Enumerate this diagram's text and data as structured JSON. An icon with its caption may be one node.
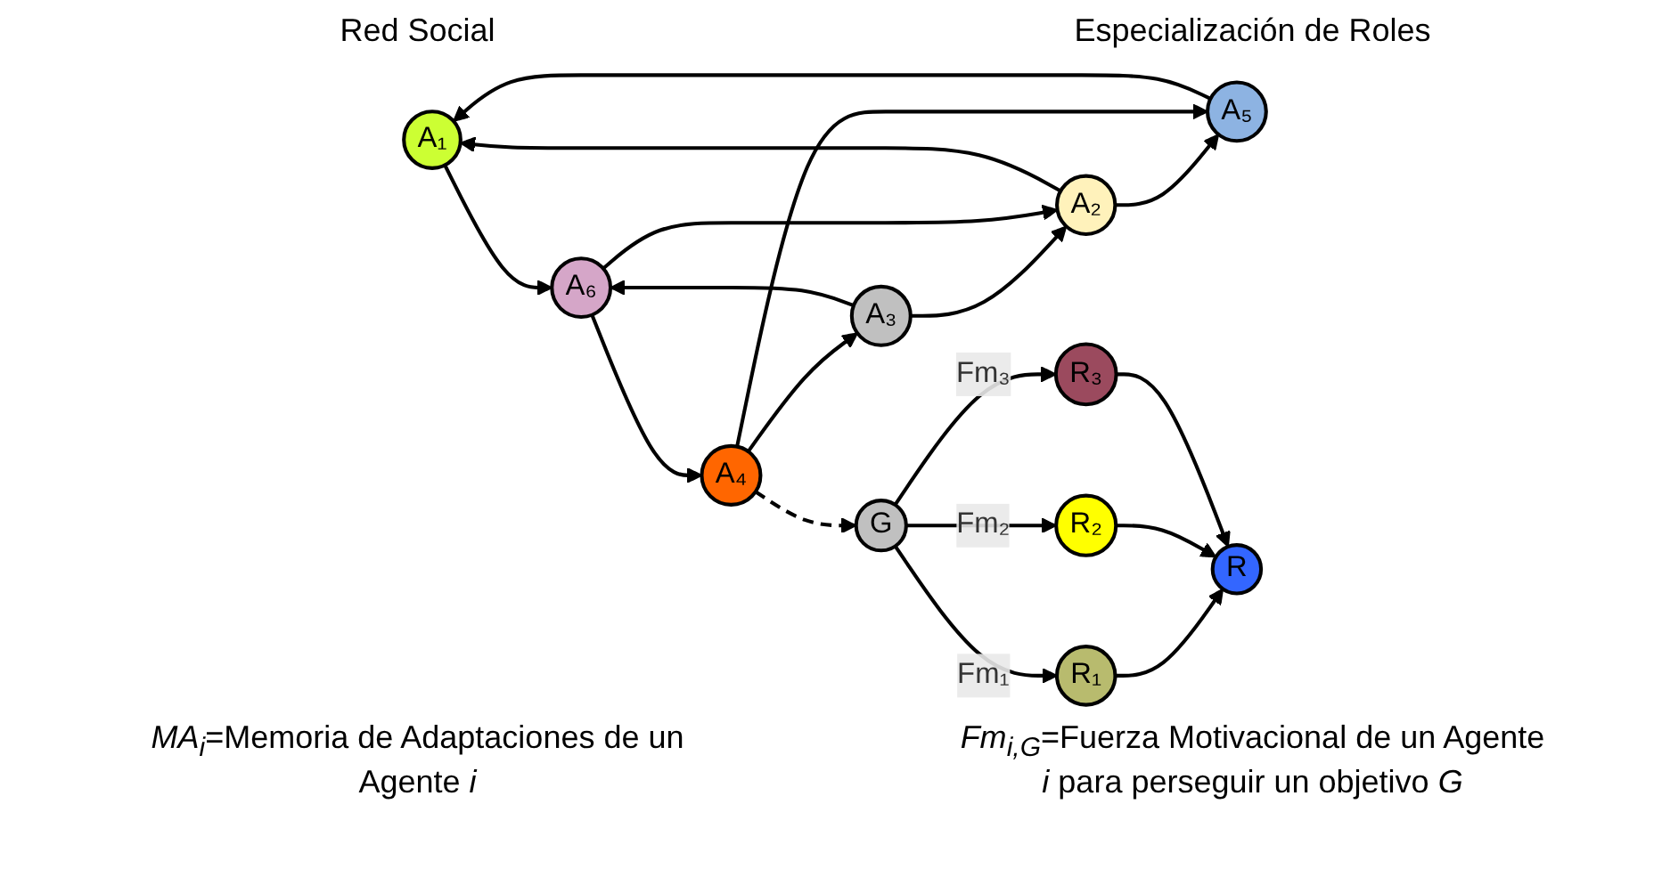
{
  "diagram": {
    "nodes": [
      {
        "text": [
          "A₁"
        ]
      },
      {
        "text": [
          "A₂"
        ]
      },
      {
        "text": [
          "A₃"
        ]
      },
      {
        "text": [
          "A₄"
        ]
      },
      {
        "text": [
          "A₅"
        ]
      },
      {
        "text": [
          "A₆"
        ]
      },
      {
        "text": [
          "R"
        ]
      },
      {
        "text": [
          "R₁"
        ]
      },
      {
        "text": [
          "R₂"
        ]
      },
      {
        "text": [
          "R₃"
        ]
      },
      {
        "text": [
          "G"
        ]
      }
    ],
    "edges": [
      {
        "from": 2,
        "to": 1,
        "arrow": "to"
      },
      {
        "from": 2,
        "to": 5,
        "arrow": "to"
      },
      {
        "from": 1,
        "to": 0,
        "arrow": "to"
      },
      {
        "from": 1,
        "to": 4,
        "arrow": "to"
      },
      {
        "from": 5,
        "to": 1,
        "arrow": "to"
      },
      {
        "from": 0,
        "to": 5,
        "arrow": "to"
      },
      {
        "from": 5,
        "to": 3,
        "arrow": "to"
      },
      {
        "from": 3,
        "to": 2,
        "arrow": "to"
      },
      {
        "from": 3,
        "to": 4,
        "arrow": "to"
      },
      {
        "from": 4,
        "to": 0,
        "arrow": "to"
      },
      {
        "from": 3,
        "to": 10,
        "arrow": "to",
        "style": "dashed"
      },
      {
        "from": 7,
        "to": 6,
        "arrow": "to"
      },
      {
        "from": 8,
        "to": 6,
        "arrow": "to"
      },
      {
        "from": 9,
        "to": 6,
        "arrow": "to"
      },
      {
        "from": 10,
        "to": 7,
        "arrow": "to",
        "label": "Fm₁"
      },
      {
        "from": 10,
        "to": 8,
        "arrow": "to",
        "label": "Fm₂"
      },
      {
        "from": 10,
        "to": 9,
        "arrow": "to",
        "label": "Fm₃"
      }
    ],
    "labels": [
      "Red Social",
      "Especialización de Roles",
      "*MA$_{i}$*=Memoria de Adaptaciones de un Agente *i*",
      "*Fm$_{i,G}$*=Fuerza Motivacional de un Agente *i* para perseguir un objetivo *G*"
    ]
  }
}
